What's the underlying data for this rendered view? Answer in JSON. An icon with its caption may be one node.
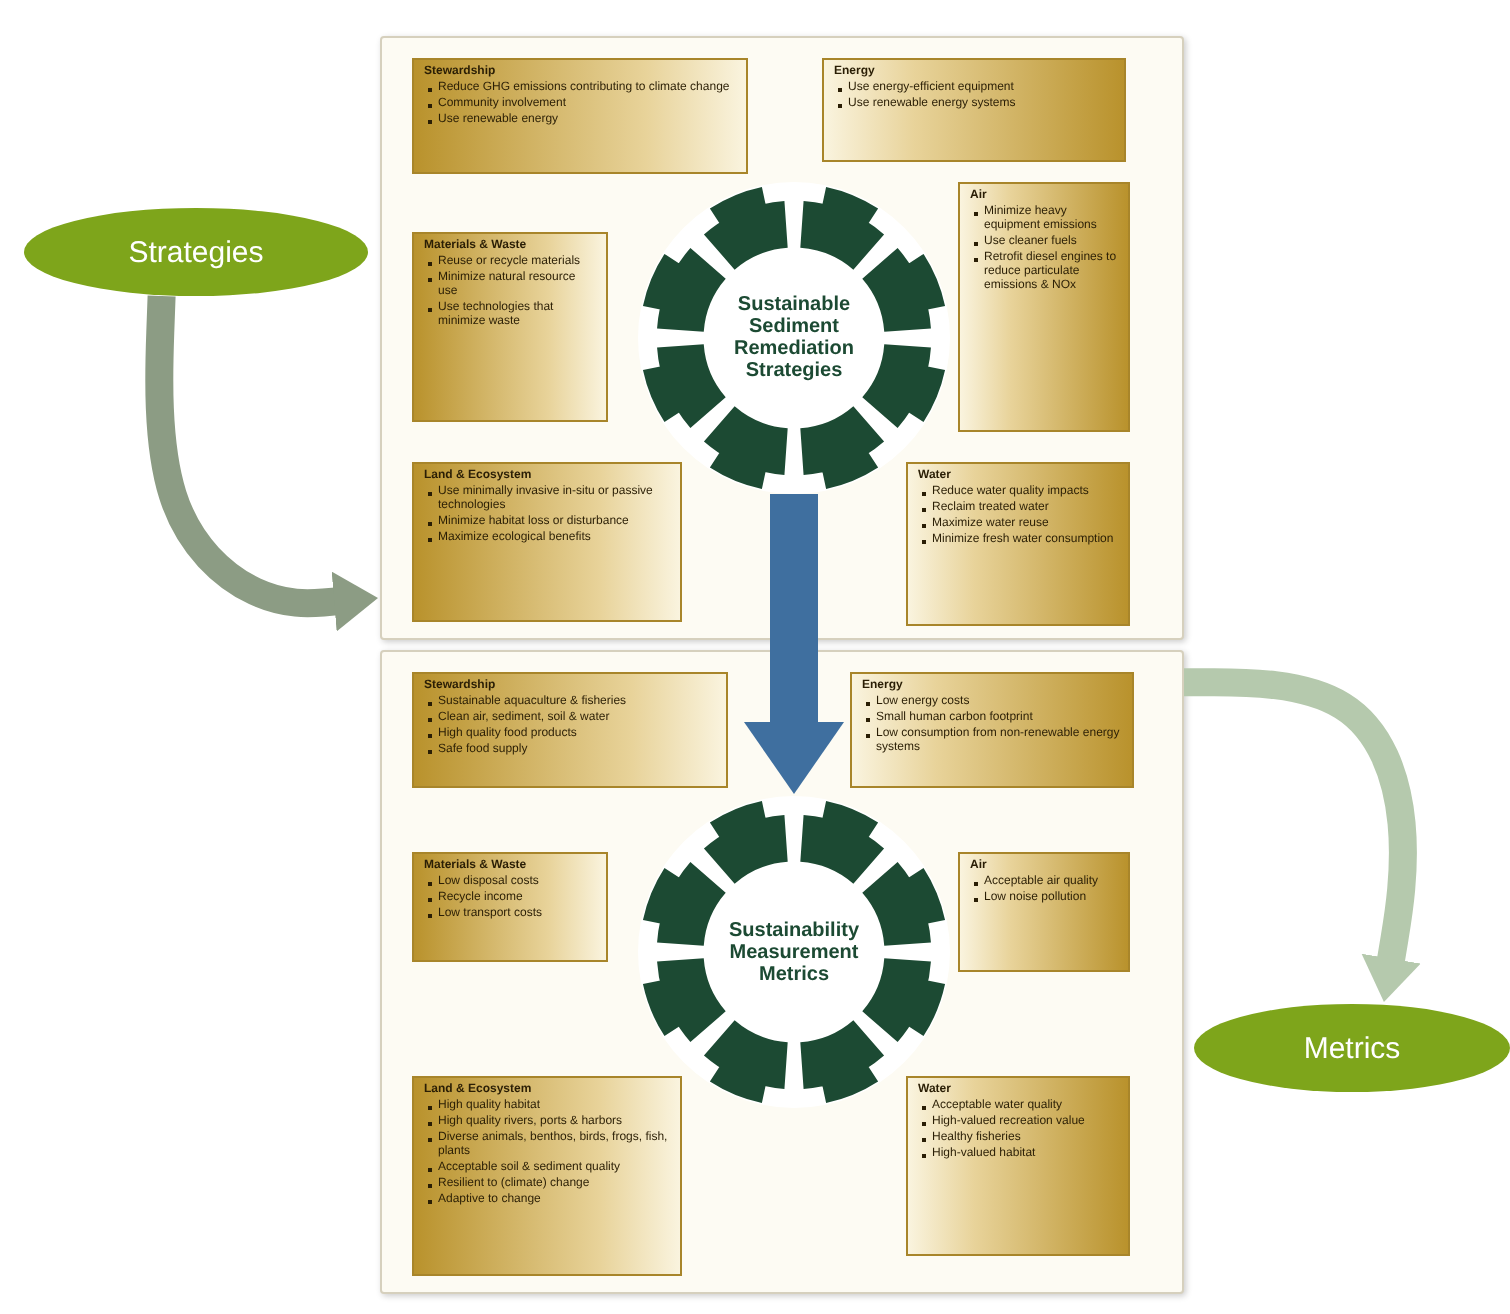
{
  "diagram": {
    "nodes": [
      {
        "text": [
          "Strategies"
        ]
      },
      {
        "text": [],
        "shape": "box"
      },
      {
        "text": [
          "Stewardship",
          "Reduce GHG emissions contributing to climate change",
          "Community involvement",
          "Use renewable energy"
        ],
        "in": 1
      },
      {
        "text": [
          "Energy",
          "Use energy-efficient equipment",
          "Use renewable energy systems"
        ],
        "in": 1
      },
      {
        "text": [
          "Materials & Waste",
          "Reuse or recycle materials",
          "Minimize natural resource use",
          "Use technologies that minimize waste"
        ],
        "in": 1
      },
      {
        "text": [
          "Air",
          "Minimize heavy equipment emissions",
          "Use cleaner fuels",
          "Retrofit diesel engines to reduce particulate emissions & NOx"
        ],
        "in": 1
      },
      {
        "text": [
          "Land & Ecosystem",
          "Use minimally invasive in-situ or passive technologies",
          "Minimize habitat loss or disturbance",
          "Maximize ecological benefits"
        ],
        "in": 1
      },
      {
        "text": [
          "Water",
          "Reduce water quality impacts",
          "Reclaim treated water",
          "Maximize water reuse",
          "Minimize fresh water consumption"
        ],
        "in": 1
      },
      {
        "text": [
          "Sustainable Sediment Remediation Strategies"
        ],
        "in": 1
      },
      {
        "text": [],
        "shape": "box"
      },
      {
        "text": [
          "Stewardship",
          "Sustainable aquaculture & fisheries",
          "Clean air, sediment, soil & water",
          "High quality food products",
          "Safe food supply"
        ],
        "in": 9
      },
      {
        "text": [
          "Energy",
          "Low energy costs",
          "Small human carbon footprint",
          "Low consumption from non-renewable energy systems"
        ],
        "in": 9
      },
      {
        "text": [
          "Materials & Waste",
          "Low disposal costs",
          "Recycle income",
          "Low transport costs"
        ],
        "in": 9
      },
      {
        "text": [
          "Air",
          "Acceptable air quality",
          "Low noise pollution"
        ],
        "in": 9
      },
      {
        "text": [
          "Land & Ecosystem",
          "High quality habitat",
          "High quality rivers, ports & harbors",
          "Diverse animals, benthos, birds, frogs, fish, plants",
          "Acceptable soil & sediment quality",
          "Resilient to (climate) change",
          "Adaptive to change"
        ],
        "in": 9
      },
      {
        "text": [
          "Water",
          "Acceptable water quality",
          "High-valued recreation value",
          "Healthy fisheries",
          "High-valued habitat"
        ],
        "in": 9
      },
      {
        "text": [
          "Sustainability Measurement Metrics"
        ],
        "in": 9
      },
      {
        "text": [
          "Metrics"
        ]
      }
    ],
    "edges": [
      {
        "from": 0,
        "to": 1,
        "arrow": "to",
        "color": "#8c9c84"
      },
      {
        "from": 8,
        "to": 16,
        "arrow": "to",
        "color": "#3f6f9f"
      },
      {
        "from": 9,
        "to": 17,
        "arrow": "to",
        "color": "#b5c9ad"
      }
    ]
  }
}
